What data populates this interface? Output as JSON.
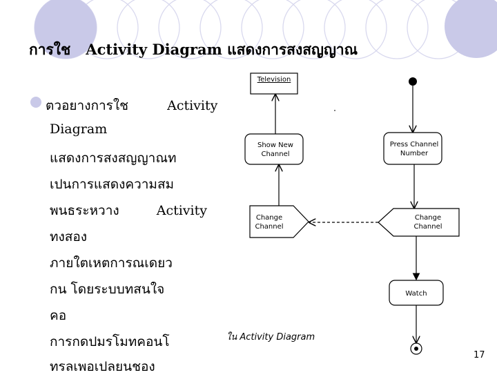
{
  "slide": {
    "title_th_1": "การใช",
    "title_en": "Activity Diagram",
    "title_th_2": "แสดงการสงสญญาณ",
    "page_number": "17"
  },
  "body": {
    "lines": [
      {
        "th": "ตวอยางการใช",
        "en": "Activity"
      },
      {
        "th": "Diagram",
        "en": ""
      },
      {
        "th": "แสดงการสงสญญาณท",
        "en": ""
      },
      {
        "th": "เปนการแสดงความสม",
        "en": ""
      },
      {
        "th": "พนธระหวาง",
        "en": "Activity"
      },
      {
        "th": "ทงสอง",
        "en": ""
      },
      {
        "th": "ภายใตเหตการณเดยว",
        "en": ""
      },
      {
        "th": "กน   โดยระบบทสนใจ",
        "en": ""
      },
      {
        "th": "คอ",
        "en": ""
      },
      {
        "th": "การกดปมรโมทคอนโ",
        "en": ""
      },
      {
        "th": "ทรลเพอเปลยนชอง",
        "en": ""
      }
    ]
  },
  "diagram": {
    "television": "Television",
    "show_new_channel": [
      "Show New",
      "Channel"
    ],
    "press_channel_number": [
      "Press Channel",
      "Number"
    ],
    "change_channel_left": [
      "Change",
      "Channel"
    ],
    "change_channel_right": [
      "Change",
      "Channel"
    ],
    "watch": "Watch",
    "caption": "ใน Activity Diagram"
  },
  "colors": {
    "circle_fill": "#c9c9e8",
    "circle_stroke": "#d8d8ee"
  }
}
